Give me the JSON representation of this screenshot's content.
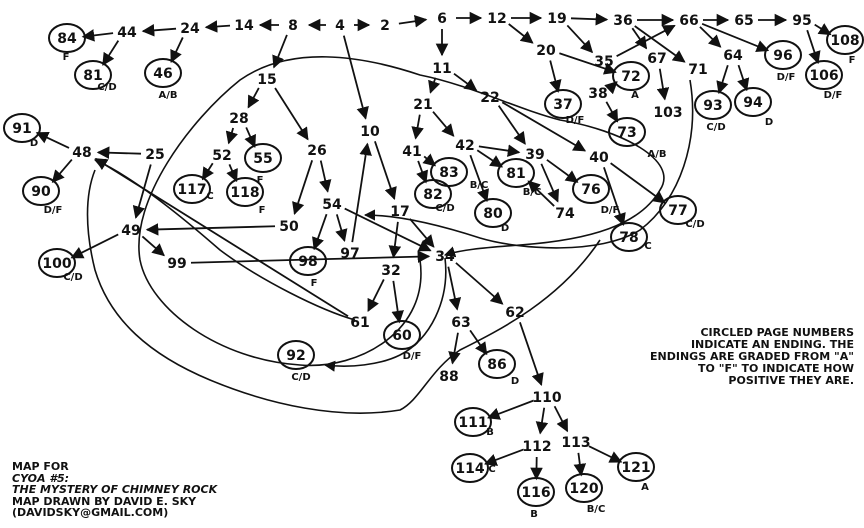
{
  "legend": {
    "text": "Circled page numbers indicate an ending. The endings are graded from \"A\" to \"F\" to indicate how positive they are."
  },
  "credits": {
    "line1": "Map for",
    "line2": "CYOA #5:",
    "line3": "The Mystery of Chimney Rock",
    "line4": "Map drawn by David E. Sky",
    "line5": "(davidsky@gmail.com)"
  },
  "nodes": [
    {
      "id": "4",
      "label": "4"
    },
    {
      "id": "2",
      "label": "2"
    },
    {
      "id": "6",
      "label": "6"
    },
    {
      "id": "12",
      "label": "12"
    },
    {
      "id": "19",
      "label": "19"
    },
    {
      "id": "36",
      "label": "36"
    },
    {
      "id": "66",
      "label": "66"
    },
    {
      "id": "65",
      "label": "65"
    },
    {
      "id": "95",
      "label": "95"
    },
    {
      "id": "108",
      "label": "108",
      "circled": true,
      "grade": "F"
    },
    {
      "id": "8",
      "label": "8"
    },
    {
      "id": "14",
      "label": "14"
    },
    {
      "id": "24",
      "label": "24"
    },
    {
      "id": "44",
      "label": "44"
    },
    {
      "id": "84",
      "label": "84",
      "circled": true,
      "grade": "F"
    },
    {
      "id": "81a",
      "label": "81",
      "circled": true,
      "grade": "C/D"
    },
    {
      "id": "46",
      "label": "46",
      "circled": true,
      "grade": "A/B"
    },
    {
      "id": "11",
      "label": "11"
    },
    {
      "id": "20",
      "label": "20"
    },
    {
      "id": "35",
      "label": "35"
    },
    {
      "id": "67",
      "label": "67"
    },
    {
      "id": "71",
      "label": "71"
    },
    {
      "id": "64",
      "label": "64"
    },
    {
      "id": "96",
      "label": "96",
      "circled": true,
      "grade": "D/F"
    },
    {
      "id": "106",
      "label": "106",
      "circled": true,
      "grade": "D/F"
    },
    {
      "id": "72",
      "label": "72",
      "circled": true,
      "grade": "A"
    },
    {
      "id": "37",
      "label": "37",
      "circled": true,
      "grade": "D/F"
    },
    {
      "id": "38",
      "label": "38"
    },
    {
      "id": "93",
      "label": "93",
      "circled": true,
      "grade": "C/D"
    },
    {
      "id": "94",
      "label": "94",
      "circled": true,
      "grade": "D"
    },
    {
      "id": "103",
      "label": "103"
    },
    {
      "id": "73",
      "label": "73",
      "circled": true,
      "grade": "A/B"
    },
    {
      "id": "15",
      "label": "15"
    },
    {
      "id": "28",
      "label": "28"
    },
    {
      "id": "55",
      "label": "55",
      "circled": true,
      "grade": "F"
    },
    {
      "id": "52",
      "label": "52"
    },
    {
      "id": "117",
      "label": "117",
      "circled": true,
      "grade": "C"
    },
    {
      "id": "118",
      "label": "118",
      "circled": true,
      "grade": "F"
    },
    {
      "id": "26",
      "label": "26"
    },
    {
      "id": "50",
      "label": "50"
    },
    {
      "id": "54",
      "label": "54"
    },
    {
      "id": "98",
      "label": "98",
      "circled": true,
      "grade": "F"
    },
    {
      "id": "97",
      "label": "97"
    },
    {
      "id": "10",
      "label": "10"
    },
    {
      "id": "17",
      "label": "17"
    },
    {
      "id": "32",
      "label": "32"
    },
    {
      "id": "34",
      "label": "34"
    },
    {
      "id": "21",
      "label": "21"
    },
    {
      "id": "22",
      "label": "22"
    },
    {
      "id": "41",
      "label": "41"
    },
    {
      "id": "42",
      "label": "42"
    },
    {
      "id": "83",
      "label": "83",
      "circled": true,
      "grade": "B/C"
    },
    {
      "id": "82",
      "label": "82",
      "circled": true,
      "grade": "C/D"
    },
    {
      "id": "80",
      "label": "80",
      "circled": true,
      "grade": "D"
    },
    {
      "id": "81b",
      "label": "81",
      "circled": true,
      "grade": "B/C"
    },
    {
      "id": "39",
      "label": "39"
    },
    {
      "id": "40",
      "label": "40"
    },
    {
      "id": "76",
      "label": "76",
      "circled": true,
      "grade": "D/F"
    },
    {
      "id": "74",
      "label": "74"
    },
    {
      "id": "78",
      "label": "78",
      "circled": true,
      "grade": "C"
    },
    {
      "id": "77",
      "label": "77",
      "circled": true,
      "grade": "C/D"
    },
    {
      "id": "91",
      "label": "91",
      "circled": true,
      "grade": "D"
    },
    {
      "id": "48",
      "label": "48"
    },
    {
      "id": "25",
      "label": "25"
    },
    {
      "id": "90",
      "label": "90",
      "circled": true,
      "grade": "D/F"
    },
    {
      "id": "49",
      "label": "49"
    },
    {
      "id": "100",
      "label": "100",
      "circled": true,
      "grade": "C/D"
    },
    {
      "id": "99",
      "label": "99"
    },
    {
      "id": "61",
      "label": "61"
    },
    {
      "id": "60",
      "label": "60",
      "circled": true,
      "grade": "D/F"
    },
    {
      "id": "92",
      "label": "92",
      "circled": true,
      "grade": "C/D"
    },
    {
      "id": "63",
      "label": "63"
    },
    {
      "id": "62",
      "label": "62"
    },
    {
      "id": "86",
      "label": "86",
      "circled": true,
      "grade": "D"
    },
    {
      "id": "88",
      "label": "88"
    },
    {
      "id": "110",
      "label": "110"
    },
    {
      "id": "111",
      "label": "111",
      "circled": true,
      "grade": "B"
    },
    {
      "id": "112",
      "label": "112"
    },
    {
      "id": "113",
      "label": "113"
    },
    {
      "id": "114",
      "label": "114",
      "circled": true,
      "grade": "C"
    },
    {
      "id": "116",
      "label": "116",
      "circled": true,
      "grade": "B"
    },
    {
      "id": "120",
      "label": "120",
      "circled": true,
      "grade": "B/C"
    },
    {
      "id": "121",
      "label": "121",
      "circled": true,
      "grade": "A"
    }
  ],
  "edges": [
    [
      "4",
      "2"
    ],
    [
      "2",
      "6"
    ],
    [
      "6",
      "12"
    ],
    [
      "12",
      "19"
    ],
    [
      "19",
      "36"
    ],
    [
      "36",
      "66"
    ],
    [
      "66",
      "65"
    ],
    [
      "65",
      "95"
    ],
    [
      "95",
      "108"
    ],
    [
      "4",
      "8"
    ],
    [
      "8",
      "14"
    ],
    [
      "14",
      "24"
    ],
    [
      "24",
      "44"
    ],
    [
      "44",
      "84"
    ],
    [
      "44",
      "81a"
    ],
    [
      "24",
      "46"
    ],
    [
      "6",
      "11"
    ],
    [
      "12",
      "20"
    ],
    [
      "19",
      "35"
    ],
    [
      "35",
      "66"
    ],
    [
      "36",
      "67"
    ],
    [
      "36",
      "71"
    ],
    [
      "66",
      "64"
    ],
    [
      "66",
      "96"
    ],
    [
      "95",
      "106"
    ],
    [
      "20",
      "72"
    ],
    [
      "20",
      "37"
    ],
    [
      "38",
      "72"
    ],
    [
      "67",
      "103"
    ],
    [
      "64",
      "93"
    ],
    [
      "64",
      "94"
    ],
    [
      "38",
      "73"
    ],
    [
      "8",
      "15"
    ],
    [
      "15",
      "28"
    ],
    [
      "28",
      "55"
    ],
    [
      "28",
      "52"
    ],
    [
      "52",
      "117"
    ],
    [
      "52",
      "118"
    ],
    [
      "15",
      "26"
    ],
    [
      "26",
      "50"
    ],
    [
      "26",
      "54"
    ],
    [
      "54",
      "98"
    ],
    [
      "54",
      "97"
    ],
    [
      "97",
      "10"
    ],
    [
      "4",
      "10"
    ],
    [
      "10",
      "17"
    ],
    [
      "17",
      "32"
    ],
    [
      "17",
      "34"
    ],
    [
      "54",
      "34"
    ],
    [
      "11",
      "21"
    ],
    [
      "11",
      "22"
    ],
    [
      "21",
      "41"
    ],
    [
      "21",
      "42"
    ],
    [
      "41",
      "83"
    ],
    [
      "41",
      "82"
    ],
    [
      "42",
      "80"
    ],
    [
      "42",
      "81b"
    ],
    [
      "42",
      "39"
    ],
    [
      "22",
      "39"
    ],
    [
      "22",
      "40"
    ],
    [
      "39",
      "76"
    ],
    [
      "39",
      "74"
    ],
    [
      "74",
      "81b"
    ],
    [
      "40",
      "78"
    ],
    [
      "40",
      "77"
    ],
    [
      "48",
      "91"
    ],
    [
      "25",
      "48"
    ],
    [
      "48",
      "90"
    ],
    [
      "25",
      "49"
    ],
    [
      "50",
      "49"
    ],
    [
      "49",
      "100"
    ],
    [
      "49",
      "99"
    ],
    [
      "99",
      "34"
    ],
    [
      "32",
      "61"
    ],
    [
      "32",
      "60"
    ],
    [
      "34",
      "63"
    ],
    [
      "34",
      "62"
    ],
    [
      "63",
      "86"
    ],
    [
      "63",
      "88"
    ],
    [
      "62",
      "110"
    ],
    [
      "61",
      "48"
    ],
    [
      "110",
      "111"
    ],
    [
      "110",
      "112"
    ],
    [
      "110",
      "113"
    ],
    [
      "112",
      "114"
    ],
    [
      "112",
      "116"
    ],
    [
      "113",
      "120"
    ],
    [
      "113",
      "121"
    ]
  ]
}
